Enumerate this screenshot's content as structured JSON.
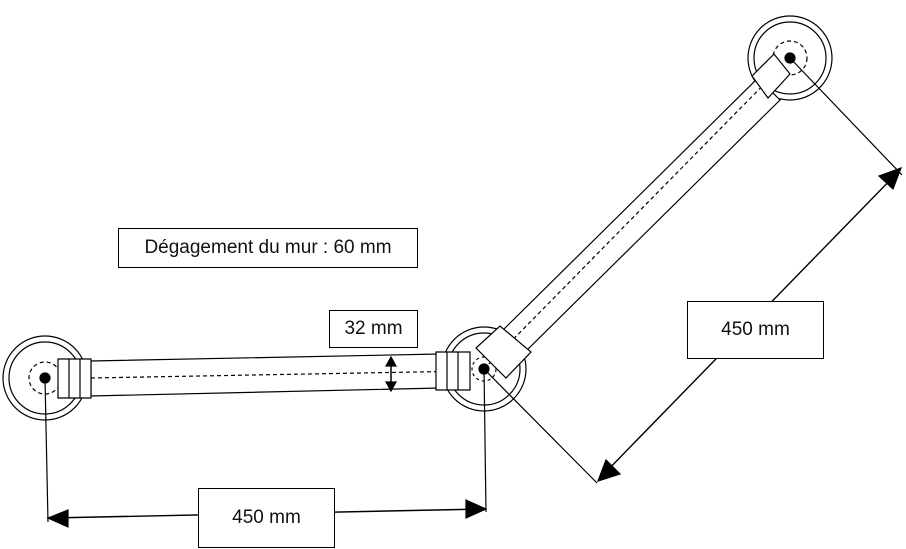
{
  "labels": {
    "wall_clearance": "Dégagement du mur : 60 mm",
    "tube_diameter": "32 mm",
    "horizontal_length": "450 mm",
    "angled_length": "450 mm"
  },
  "colors": {
    "line": "#000000",
    "background": "#ffffff"
  }
}
